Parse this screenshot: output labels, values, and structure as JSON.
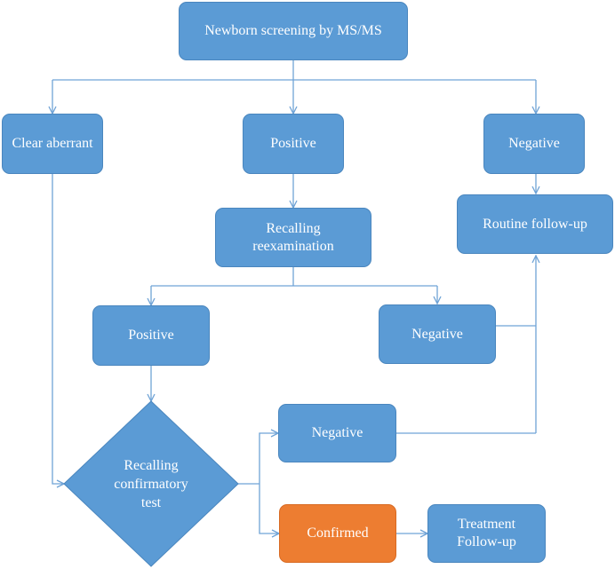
{
  "nodes": {
    "screening": "Newborn screening by MS/MS",
    "clear_aberrant": "Clear aberrant",
    "positive_1": "Positive",
    "negative_1": "Negative",
    "recalling_reexam": "Recalling\nreexamination",
    "routine_followup": "Routine follow-up",
    "positive_2": "Positive",
    "negative_2": "Negative",
    "confirmatory": "Recalling\nconfirmatory\ntest",
    "negative_3": "Negative",
    "confirmed": "Confirmed",
    "treatment": "Treatment\nFollow-up"
  },
  "colors": {
    "node_fill": "#5b9bd5",
    "confirmed_fill": "#ed7d31",
    "connector": "#6fa3d6",
    "text": "#ffffff"
  }
}
